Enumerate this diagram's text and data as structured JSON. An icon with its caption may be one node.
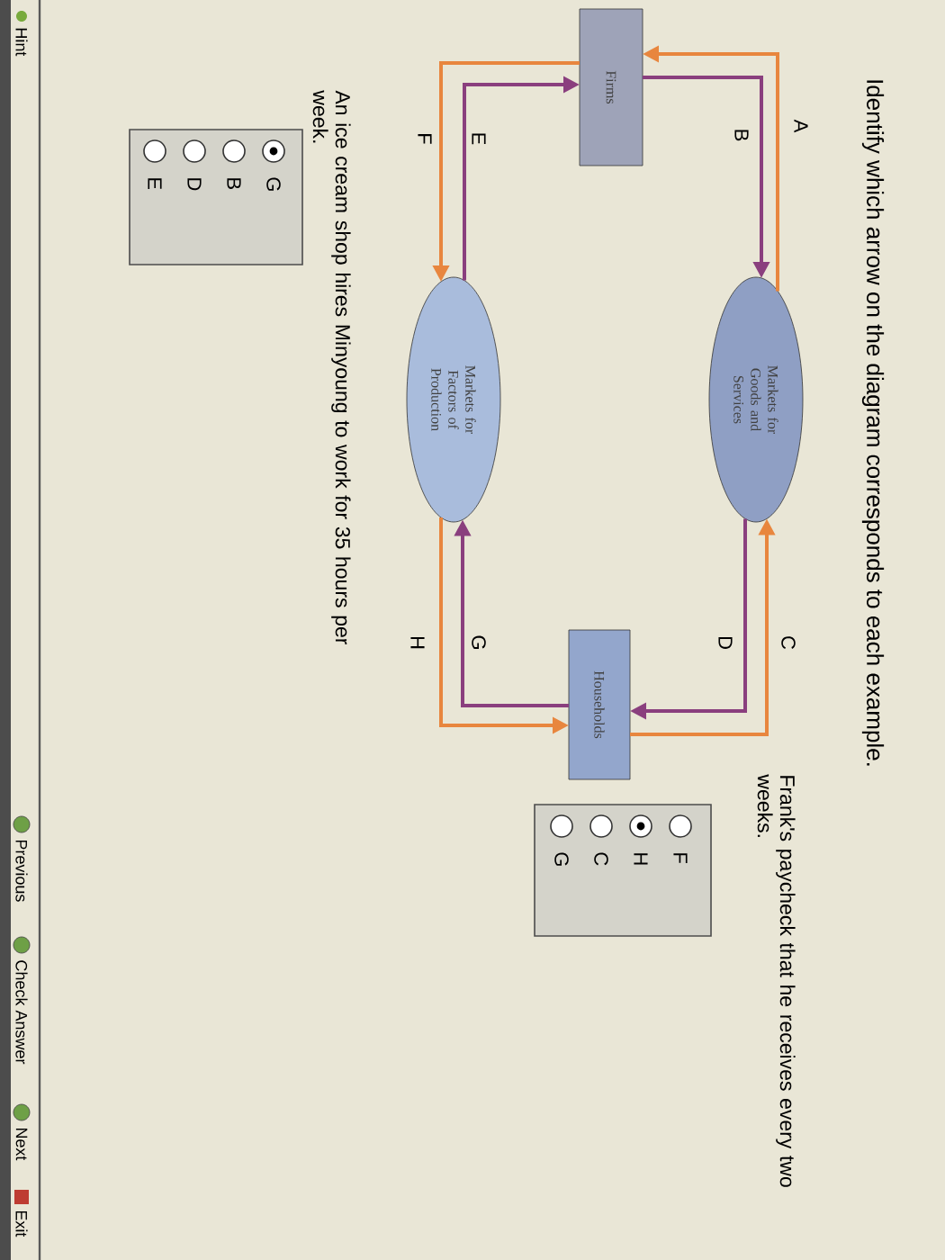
{
  "diagram": {
    "title": "Identify which arrow on the diagram corresponds to each example.",
    "nodes": [
      {
        "text": [
          "Firms"
        ]
      },
      {
        "text": [
          "Markets for Goods and Services"
        ]
      },
      {
        "text": [
          "Markets for Factors of Production"
        ]
      },
      {
        "text": [
          "Households"
        ]
      }
    ],
    "edges": [
      {
        "from": 1,
        "to": 0,
        "arrow": "to",
        "label": "A",
        "color": "#e8863e"
      },
      {
        "from": 0,
        "to": 1,
        "arrow": "to",
        "label": "B",
        "color": "#8a3f7e"
      },
      {
        "from": 2,
        "to": 0,
        "arrow": "to",
        "label": "E",
        "color": "#8a3f7e"
      },
      {
        "from": 0,
        "to": 2,
        "arrow": "to",
        "label": "F",
        "color": "#e8863e"
      },
      {
        "from": 3,
        "to": 1,
        "arrow": "to",
        "label": "C",
        "color": "#e8863e"
      },
      {
        "from": 1,
        "to": 3,
        "arrow": "to",
        "label": "D",
        "color": "#8a3f7e"
      },
      {
        "from": 3,
        "to": 2,
        "arrow": "to",
        "label": "G",
        "color": "#8a3f7e"
      },
      {
        "from": 2,
        "to": 3,
        "arrow": "to",
        "label": "H",
        "color": "#e8863e"
      }
    ],
    "labels": [
      "Frank's paycheck that he receives every two weeks.",
      "F",
      "H",
      "C",
      "G",
      "An ice cream shop hires Minyoung to work for 35 hours per week.",
      "G",
      "B",
      "D",
      "E",
      "Hint",
      "Previous",
      "Check Answer",
      "Next",
      "Exit"
    ]
  }
}
